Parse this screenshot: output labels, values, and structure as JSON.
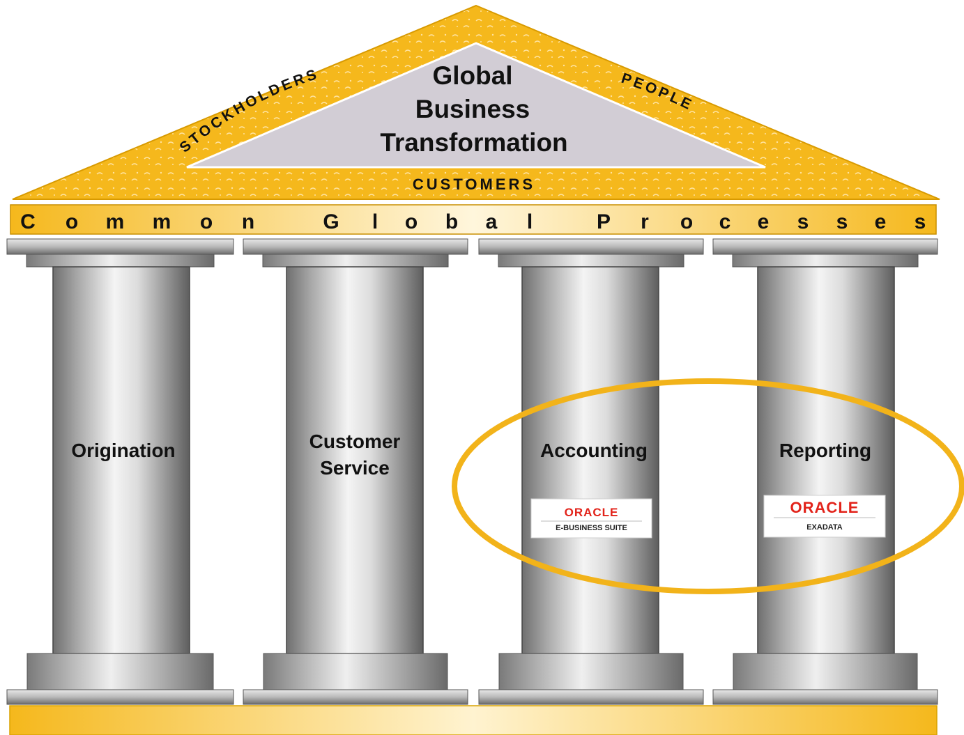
{
  "roof": {
    "title_lines": [
      "Global",
      "Business",
      "Transformation"
    ],
    "left_arc_label": "STOCKHOLDERS",
    "right_arc_label": "PEOPLE",
    "base_label": "CUSTOMERS"
  },
  "architrave": {
    "letters": [
      "C",
      "o",
      "m",
      "m",
      "o",
      "n",
      "G",
      "l",
      "o",
      "b",
      "a",
      "l",
      "P",
      "r",
      "o",
      "c",
      "e",
      "s",
      "s",
      "e",
      "s"
    ]
  },
  "pillars": [
    {
      "label_lines": [
        "Origination"
      ],
      "logo": null
    },
    {
      "label_lines": [
        "Customer",
        "Service"
      ],
      "logo": null
    },
    {
      "label_lines": [
        "Accounting"
      ],
      "logo": {
        "brand": "ORACLE",
        "product": "E-BUSINESS SUITE"
      }
    },
    {
      "label_lines": [
        "Reporting"
      ],
      "logo": {
        "brand": "ORACLE",
        "product": "EXADATA"
      }
    }
  ],
  "colors": {
    "gold": "#F5B81C",
    "gold_light": "#FFE9A6",
    "gray_panel": "#D2CDD5",
    "oracle_red": "#E2231A",
    "highlight_ring": "#F2B31A"
  }
}
